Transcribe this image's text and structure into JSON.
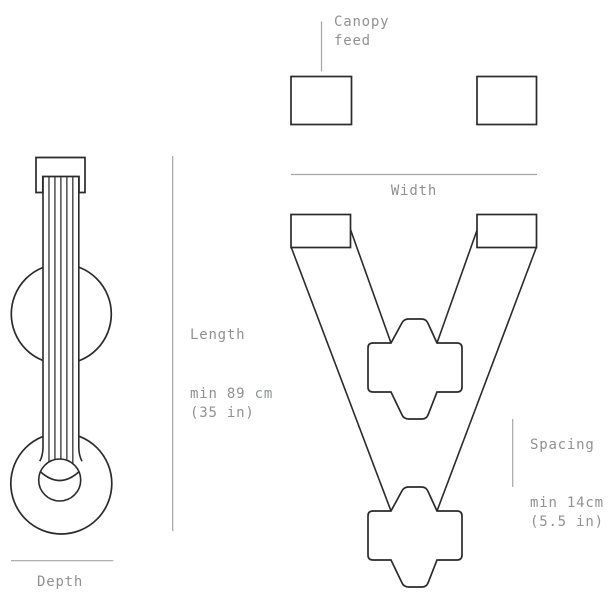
{
  "diagram": {
    "type": "product-dimension-drawing",
    "views": {
      "side": {
        "axis_label": "Depth"
      },
      "front": {
        "axis_label": "Width",
        "feed_label": "Canopy\nfeed"
      }
    },
    "dimensions": {
      "length": {
        "label": "Length",
        "value": "min 89 cm\n(35 in)"
      },
      "spacing": {
        "label": "Spacing",
        "value": "min 14cm\n(5.5 in)"
      }
    },
    "colors": {
      "outline": "#2b2b2b",
      "annotation_text": "#8f9193",
      "annotation_line": "#a6a6a6",
      "background": "#ffffff"
    }
  }
}
